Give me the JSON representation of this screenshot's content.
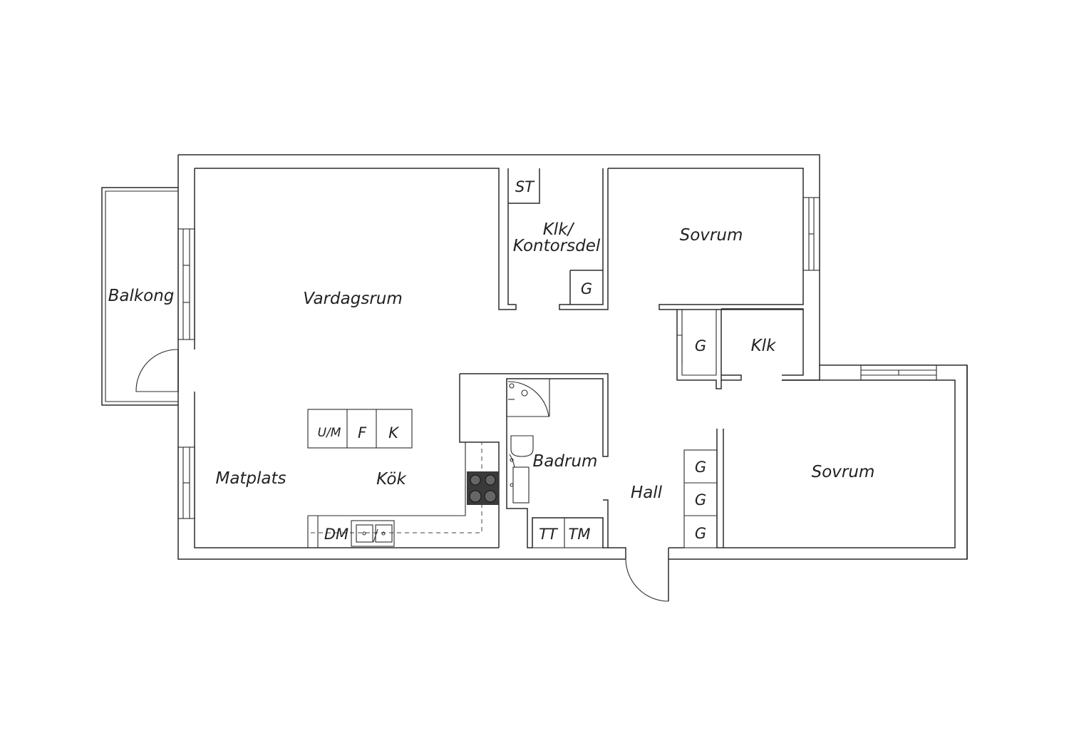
{
  "rooms": {
    "balkong": "Balkong",
    "vardagsrum": "Vardagsrum",
    "klk_kontorsdel_1": "Klk/",
    "klk_kontorsdel_2": "Kontorsdel",
    "sovrum_1": "Sovrum",
    "sovrum_2": "Sovrum",
    "klk": "Klk",
    "matplats": "Matplats",
    "kok": "Kök",
    "badrum": "Badrum",
    "hall": "Hall"
  },
  "fixtures": {
    "st": "ST",
    "g_office": "G",
    "g_hall_closet": "G",
    "g_bed_1": "G",
    "g_bed_2": "G",
    "g_bed_3": "G",
    "um": "U/M",
    "f": "F",
    "k": "K",
    "dm": "DM",
    "tt": "TT",
    "tm": "TM"
  }
}
